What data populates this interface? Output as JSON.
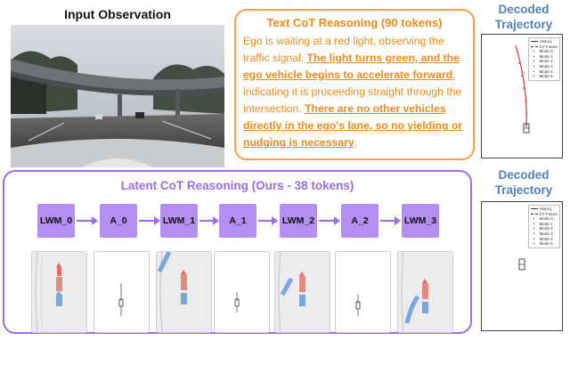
{
  "input_observation": {
    "title": "Input Observation"
  },
  "text_cot": {
    "title": "Text CoT Reasoning (90 tokens)",
    "segments": [
      {
        "text": "Ego is waiting at a red light, observing the traffic signal. ",
        "highlight": false
      },
      {
        "text": "The light turns green, and the ego vehicle begins to accelerate forward",
        "highlight": true
      },
      {
        "text": ", indicating it is proceeding straight through the intersection. ",
        "highlight": false
      },
      {
        "text": "There are no other vehicles directly in the ego's lane, so no yielding or nudging is necessary",
        "highlight": true
      },
      {
        "text": ".",
        "highlight": false
      }
    ]
  },
  "decoded_trajectory_top": {
    "title_line1": "Decoded",
    "title_line2": "Trajectory",
    "legend": [
      "History",
      "GT Future",
      "Mode 0",
      "Mode 1",
      "Mode 2",
      "Mode 3",
      "Mode 4",
      "Mode 5"
    ]
  },
  "decoded_trajectory_bottom": {
    "title_line1": "Decoded",
    "title_line2": "Trajectory",
    "legend": [
      "History",
      "GT Future",
      "Mode 0",
      "Mode 1",
      "Mode 2",
      "Mode 3",
      "Mode 4",
      "Mode 5"
    ]
  },
  "latent_cot": {
    "title": "Latent CoT Reasoning (Ours - 38 tokens)",
    "tokens": [
      "LWM_0",
      "A_0",
      "LWM_1",
      "A_1",
      "LWM_2",
      "A_2",
      "LWM_3"
    ]
  },
  "colors": {
    "orange": "#f08a1c",
    "purple": "#9b6de6",
    "token_fill": "#b28ff1",
    "blue_title": "#4f84b8",
    "trajectory": "#e04040"
  }
}
